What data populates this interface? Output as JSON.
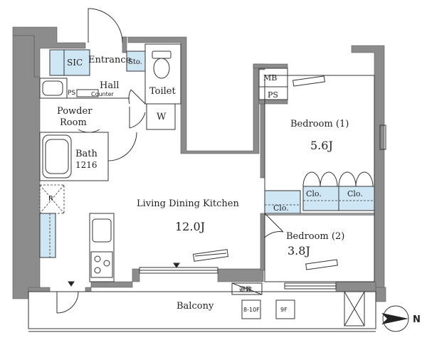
{
  "rooms": {
    "entrance": "Entrance",
    "sic": "SIC",
    "sto": "Sto.",
    "hall": "Hall",
    "toilet": "Toilet",
    "ps1": "PS",
    "counter": "Counter",
    "powder_room_1": "Powder",
    "powder_room_2": "Room",
    "washer": "W",
    "bath": "Bath",
    "bath_size": "1216",
    "refrigerator": "R",
    "ldk": "Living Dining Kitchen",
    "ldk_size": "12.0J",
    "mb": "MB",
    "ps2": "PS",
    "bedroom1": "Bedroom (1)",
    "bedroom1_size": "5.6J",
    "clo1": "Clo.",
    "clo2": "Clo.",
    "clo3": "Clo.",
    "bedroom2": "Bedroom (2)",
    "bedroom2_size": "3.8J",
    "balcony": "Balcony",
    "evac_ladder": "避難",
    "unit_8_10f": "8-10F",
    "unit_9f": "9F"
  },
  "compass": {
    "north": "N"
  },
  "colors": {
    "wall": "#8c8c8c",
    "closet_fill": "#cfe6f4",
    "line": "#333333"
  }
}
